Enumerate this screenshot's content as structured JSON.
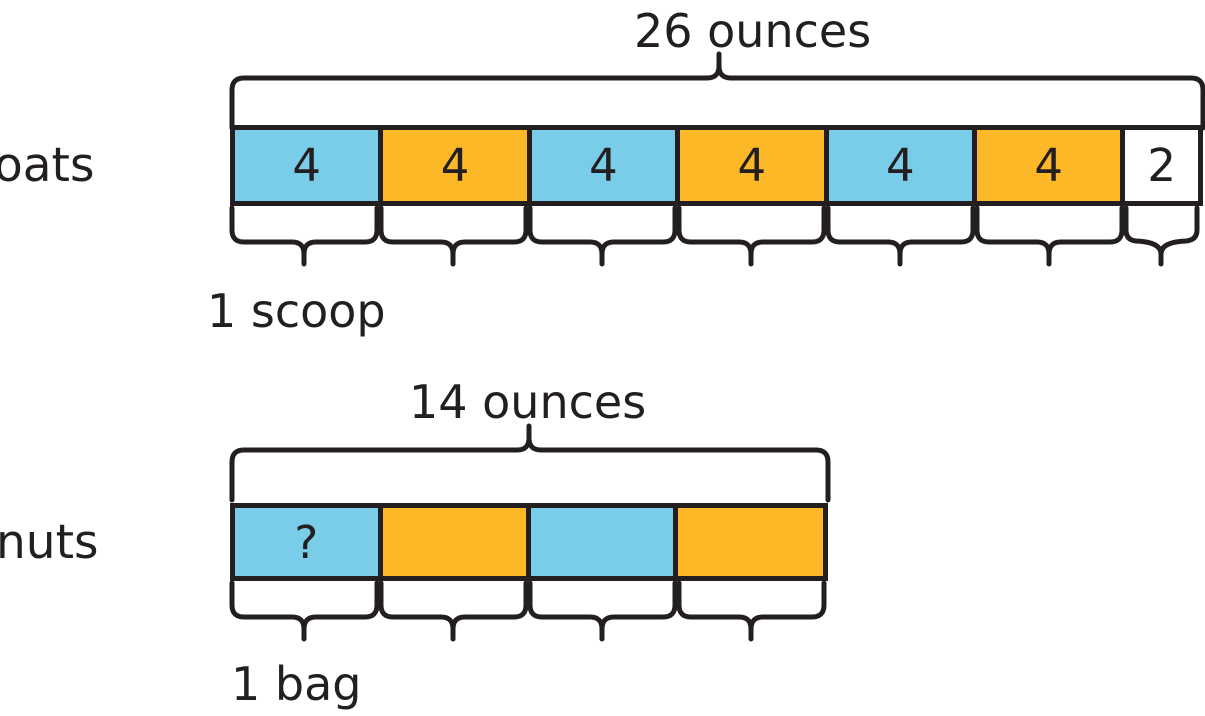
{
  "diagram": {
    "type": "tape-diagram",
    "title_text": null,
    "colors": {
      "blue": "#79cde8",
      "orange": "#fcb827",
      "white": "#ffffff",
      "outline": "#231f20",
      "background": "#ffffff"
    },
    "tapes": [
      {
        "id": "oats",
        "row_label": "oats",
        "total_label": "26 ounces",
        "total_value": 26,
        "unit": "ounces",
        "unit_label": "1 scoop",
        "cell_count": 7,
        "cells": [
          {
            "value": "4",
            "color": "blue"
          },
          {
            "value": "4",
            "color": "orange"
          },
          {
            "value": "4",
            "color": "blue"
          },
          {
            "value": "4",
            "color": "orange"
          },
          {
            "value": "4",
            "color": "blue"
          },
          {
            "value": "4",
            "color": "orange"
          },
          {
            "value": "2",
            "color": "white"
          }
        ]
      },
      {
        "id": "nuts",
        "row_label": "nuts",
        "total_label": "14 ounces",
        "total_value": 14,
        "unit": "ounces",
        "unit_label": "1 bag",
        "cell_count": 4,
        "cells": [
          {
            "value": "?",
            "color": "blue"
          },
          {
            "value": "",
            "color": "orange"
          },
          {
            "value": "",
            "color": "blue"
          },
          {
            "value": "",
            "color": "orange"
          }
        ]
      }
    ]
  }
}
